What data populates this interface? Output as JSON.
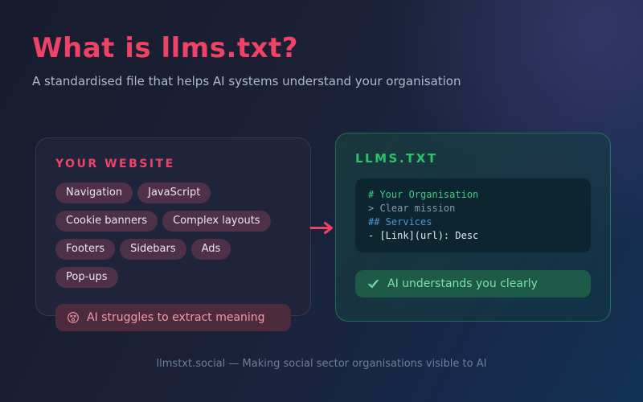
{
  "page": {
    "title": "What is llms.txt?",
    "subtitle": "A standardised file that helps AI systems understand your organisation",
    "footer": "llmstxt.social — Making social sector organisations visible to AI"
  },
  "website_card": {
    "heading": "YOUR WEBSITE",
    "pills": [
      "Navigation",
      "JavaScript",
      "Cookie banners",
      "Complex layouts",
      "Footers",
      "Sidebars",
      "Ads",
      "Pop-ups"
    ],
    "warning": {
      "icon": "dizzy-face-icon",
      "text": "AI struggles to extract meaning"
    }
  },
  "llmstxt_card": {
    "heading": "LLMS.TXT",
    "code_lines": [
      {
        "text": "# Your Organisation",
        "color": "#3dcd7d"
      },
      {
        "text": "> Clear mission",
        "color": "#8b99a6"
      },
      {
        "text": "## Services",
        "color": "#4a97d5"
      },
      {
        "text": "- [Link](url): Desc",
        "color": "#e2ecf2"
      }
    ],
    "success": {
      "icon": "check-icon",
      "text": "AI understands you clearly"
    }
  },
  "arrow": {
    "icon": "arrow-right-icon"
  },
  "colors": {
    "accent_pink": "#ee4266",
    "accent_green": "#27c768",
    "code_bg": "#0d2431",
    "warning_bg": "#4c2b3f",
    "success_bg": "#1d5a48"
  }
}
